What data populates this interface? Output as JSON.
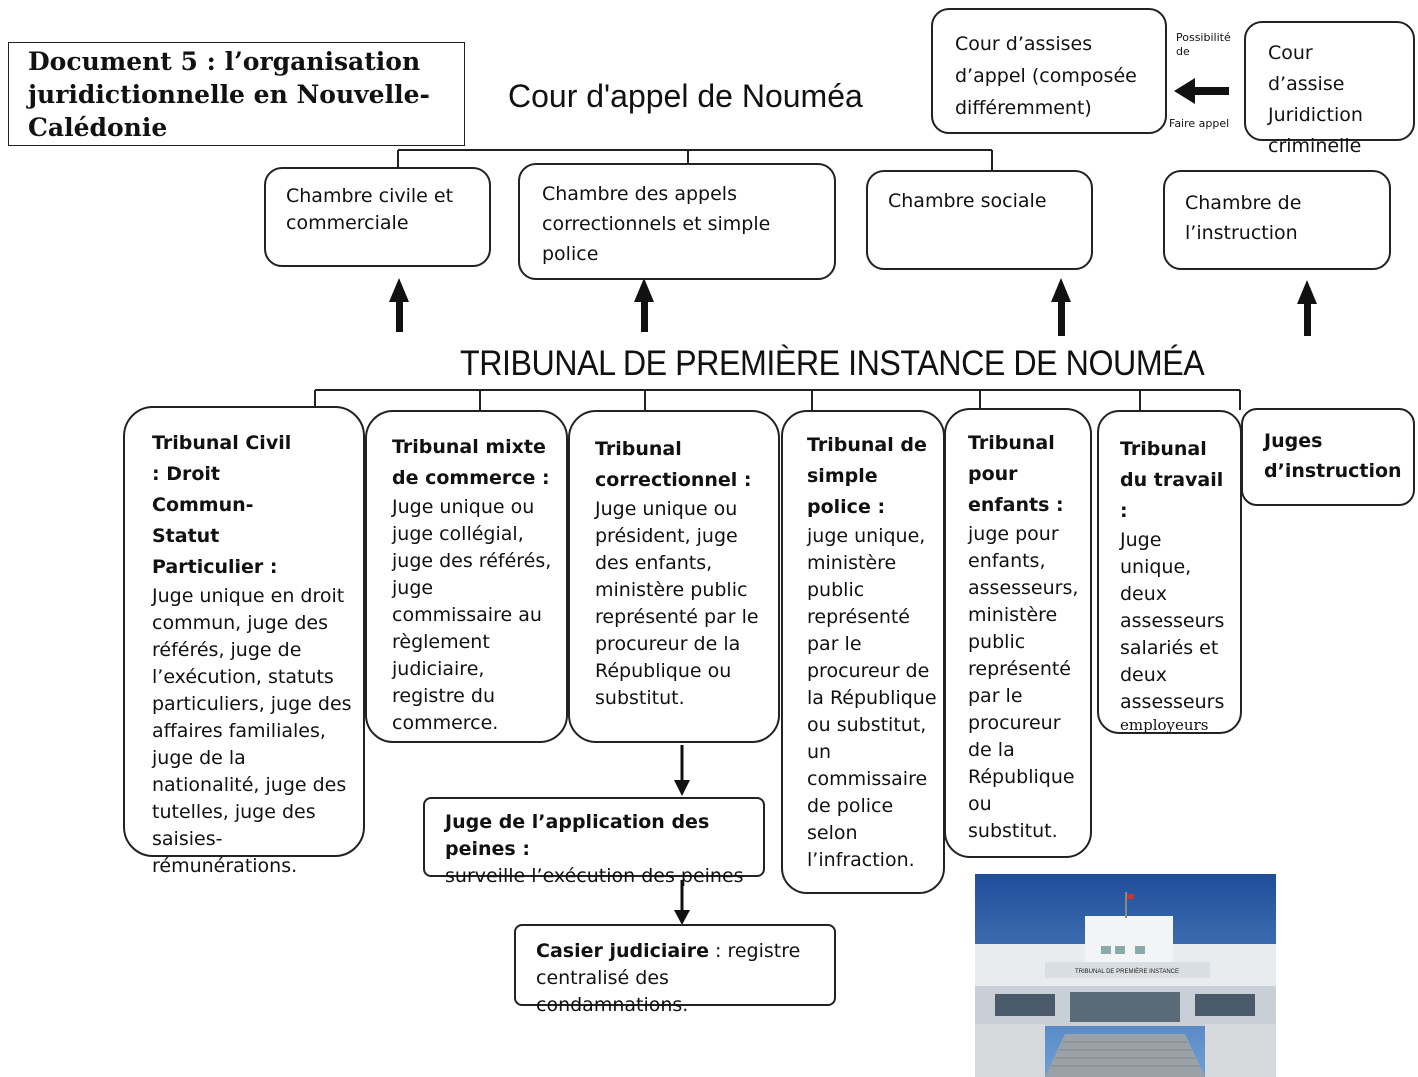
{
  "title": "Document 5 : l’organisation juridictionnelle en Nouvelle-Calédonie",
  "cour_appel": {
    "heading": "Cour d'appel de Nouméa",
    "chambres": [
      "Chambre civile et commerciale",
      "Chambre des appels correctionnels et simple police",
      "Chambre sociale",
      "Chambre de l’instruction"
    ]
  },
  "assises": {
    "appel": "Cour d’assises d’appel (composée différemment)",
    "possibilite": "Possibilité de",
    "faire_appel": "Faire appel",
    "criminelle": "Cour d’assise Juridiction criminelle"
  },
  "tpi": {
    "heading": "TRIBUNAL DE PREMIÈRE INSTANCE DE NOUMÉA",
    "tribunaux": [
      {
        "name": "Tribunal Civil : Droit Commun-Statut Particulier :",
        "desc": "Juge unique en droit commun, juge des référés, juge de l’exécution, statuts particuliers, juge des affaires familiales, juge de la nationalité, juge des tutelles, juge des saisies-rémunérations."
      },
      {
        "name": "Tribunal mixte de commerce :",
        "desc": "Juge unique ou juge collégial, juge des référés, juge commissaire au règlement judiciaire, registre du commerce."
      },
      {
        "name": "Tribunal correctionnel :",
        "desc": "Juge unique ou président, juge des enfants, ministère public représenté par le procureur de la République ou substitut."
      },
      {
        "name": "Tribunal de simple police :",
        "desc": "juge unique, ministère public représenté par le procureur de la République ou substitut, un commissaire de police selon l’infraction."
      },
      {
        "name": "Tribunal pour enfants :",
        "desc": "juge pour enfants, assesseurs, ministère public représenté par le procureur de la République ou substitut."
      },
      {
        "name": "Tribunal du travail :",
        "desc": "Juge unique, deux assesseurs salariés et deux assesseurs",
        "extra": "employeurs"
      },
      {
        "name": "Juges d’instruction",
        "desc": ""
      }
    ]
  },
  "jap": {
    "name": "Juge de l’application des peines :",
    "desc": "surveille l’exécution des peines"
  },
  "casier": {
    "name": "Casier judiciaire",
    "desc": ": registre centralisé des condamnations."
  },
  "photo": {
    "sign": "TRIBUNAL DE PREMIÈRE INSTANCE"
  }
}
